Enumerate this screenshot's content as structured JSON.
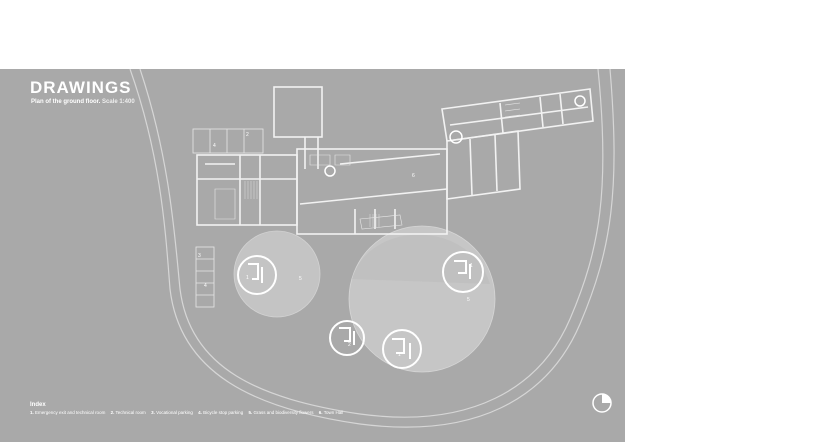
{
  "title": "DRAWINGS",
  "subtitle": "Plan of the ground floor.",
  "scale": "Scale 1:400",
  "index": {
    "heading": "Index",
    "items": [
      {
        "num": "1.",
        "label": "Emergency exit and technical room"
      },
      {
        "num": "2.",
        "label": "Technical room"
      },
      {
        "num": "3.",
        "label": "Vocational parking"
      },
      {
        "num": "4.",
        "label": "Bicycle stop parking"
      },
      {
        "num": "5.",
        "label": "Grass and biodiversity flowers"
      },
      {
        "num": "6.",
        "label": "Town Hall"
      }
    ]
  },
  "plan_labels": {
    "town_hall": "6",
    "tech_room": "2",
    "parking": "4",
    "bike_a": "4",
    "bike_b": "3",
    "grass": "5",
    "exit": "1"
  },
  "colors": {
    "sheet": "#a9a9a9",
    "circle_fill": "#c6c6c6",
    "building_line": "#f0f0f0",
    "text": "#ffffff"
  }
}
